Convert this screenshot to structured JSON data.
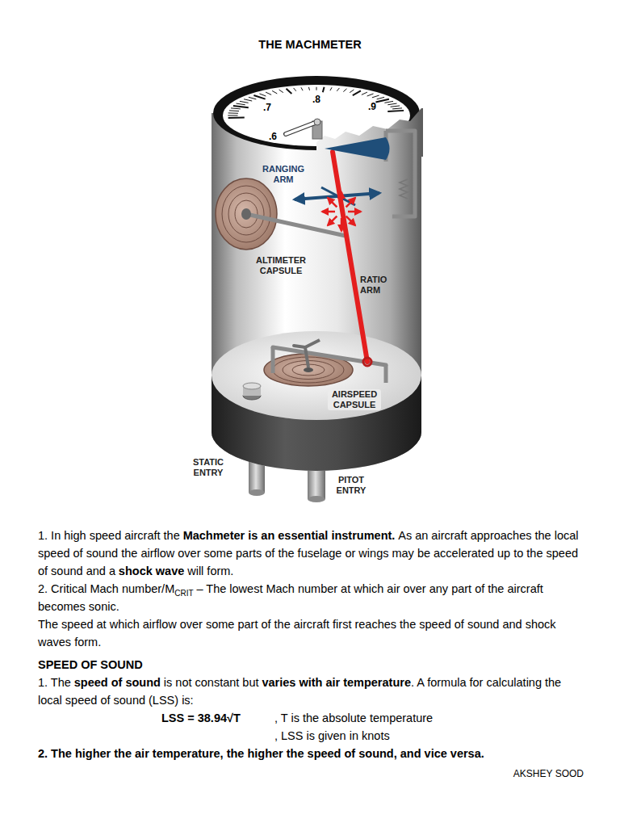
{
  "diagram": {
    "title": "THE MACHMETER",
    "labels": [
      ".6",
      ".7",
      ".8",
      ".9",
      "RANGING ARM",
      "ALTIMETER CAPSULE",
      "RATIO ARM",
      "AIRSPEED CAPSULE",
      "STATIC ENTRY",
      "PITOT ENTRY",
      "1. In high speed aircraft the",
      "Machmeter is an essential instrument.",
      "As an aircraft approaches the local speed of sound the airflow over some parts of the fuselage or wings may be accelerated up to the speed of sound and a",
      "shock wave",
      "will form.",
      "2. Critical Mach number/M",
      "CRIT",
      "– The lowest Mach number at which air over any part of the aircraft becomes sonic.",
      "The speed at which airflow over some part of the aircraft first reaches the speed of sound and shock waves form.",
      "SPEED OF SOUND",
      "1. The",
      "speed of sound",
      "is not constant but",
      "varies with air temperature",
      ". A formula for calculating the local speed of sound (LSS) is:",
      "LSS = 38.94√T",
      ", T is the absolute temperature",
      ", LSS is given in knots",
      "2. The higher the air temperature, the higher the speed of sound, and vice versa.",
      "AKSHEY SOOD"
    ]
  }
}
